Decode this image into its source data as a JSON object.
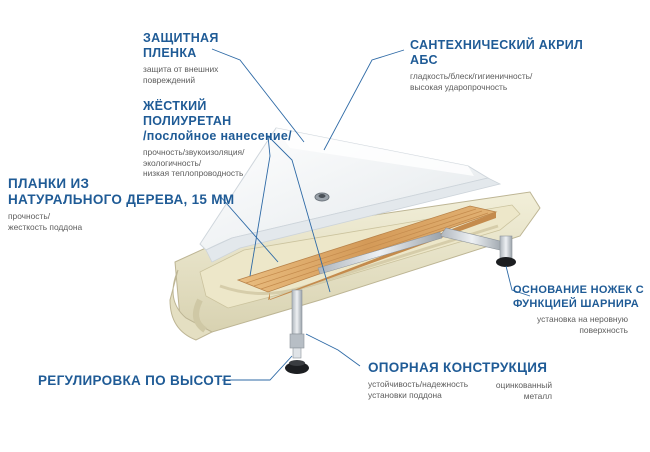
{
  "labels": {
    "protective_film": {
      "title_lines": [
        "ЗАЩИТНАЯ",
        "ПЛЕНКА"
      ],
      "note_lines": [
        "защита от внешних",
        "повреждений"
      ]
    },
    "acrylic": {
      "title_lines": [
        "САНТЕХНИЧЕСКИЙ АКРИЛ",
        "АБС"
      ],
      "note_lines": [
        "гладкость/блеск/гигиеничность/",
        "высокая ударопрочность"
      ]
    },
    "polyurethane": {
      "title_lines": [
        "ЖЁСТКИЙ",
        "ПОЛИУРЕТАН"
      ],
      "title_sub": "/послойное нанесение/",
      "note_lines": [
        "прочность/звукоизоляция/",
        "экологичность/",
        "низкая теплопроводность"
      ]
    },
    "wood_planks": {
      "title_lines": [
        "ПЛАНКИ ИЗ",
        "НАТУРАЛЬНОГО ДЕРЕВА, 15 мм"
      ],
      "note_lines": [
        "прочность/",
        "жесткость поддона"
      ]
    },
    "leg_base": {
      "title_lines": [
        "ОСНОВАНИЕ НОЖЕК С",
        "ФУНКЦИЕЙ ШАРНИРА"
      ],
      "note_lines": [
        "установка на неровную",
        "поверхность"
      ]
    },
    "support": {
      "title_lines": [
        "ОПОРНАЯ КОНСТРУКЦИЯ"
      ],
      "note_lines": [
        "устойчивость/надежность",
        "установки поддона"
      ],
      "note2_lines": [
        "оцинкованный",
        "металл"
      ]
    },
    "height_adjust": {
      "title_lines": [
        "РЕГУЛИРОВКА ПО ВЫСОТЕ"
      ]
    }
  },
  "colors": {
    "title": "#1f5b96",
    "leader": "#2e6aa6",
    "note": "#5d5d5d",
    "acrylic_top": "#f4f6f7",
    "shell": "#e9e5cc",
    "wood": "#d9a86a",
    "metal": "#c9ced4"
  }
}
